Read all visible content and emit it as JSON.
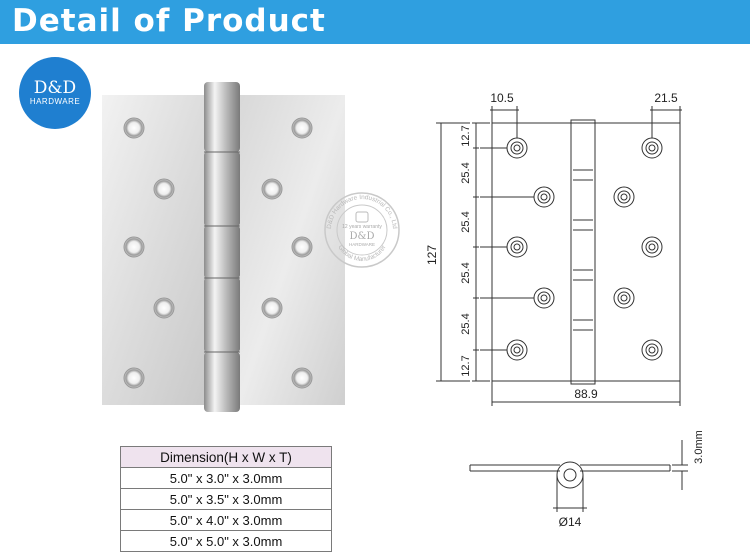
{
  "header": {
    "title": "Detail of Product"
  },
  "logo": {
    "brand": "D&D",
    "subtitle": "HARDWARE"
  },
  "seal": {
    "ring_text": "D&D Hardware Industrial Co., Ltd",
    "warranty": "12 years warranty",
    "brand": "D&D",
    "subtitle": "HARDWARE",
    "bottom_text": "Global Manufacturer"
  },
  "drawing": {
    "top_left": "10.5",
    "top_right": "21.5",
    "vertical": [
      "12.7",
      "25.4",
      "25.4",
      "25.4",
      "25.4",
      "12.7"
    ],
    "height": "127",
    "width": "88.9"
  },
  "side_view": {
    "thickness": "3.0mm",
    "diameter": "Ø14"
  },
  "table": {
    "header": "Dimension(H x W x T)",
    "rows": [
      "5.0\" x 3.0\" x 3.0mm",
      "5.0\" x 3.5\" x 3.0mm",
      "5.0\" x 4.0\" x 3.0mm",
      "5.0\" x 5.0\" x 3.0mm"
    ]
  },
  "colors": {
    "banner": "#2f9fe0",
    "logo": "#1f7fd0",
    "table_header": "#efe3ee"
  }
}
